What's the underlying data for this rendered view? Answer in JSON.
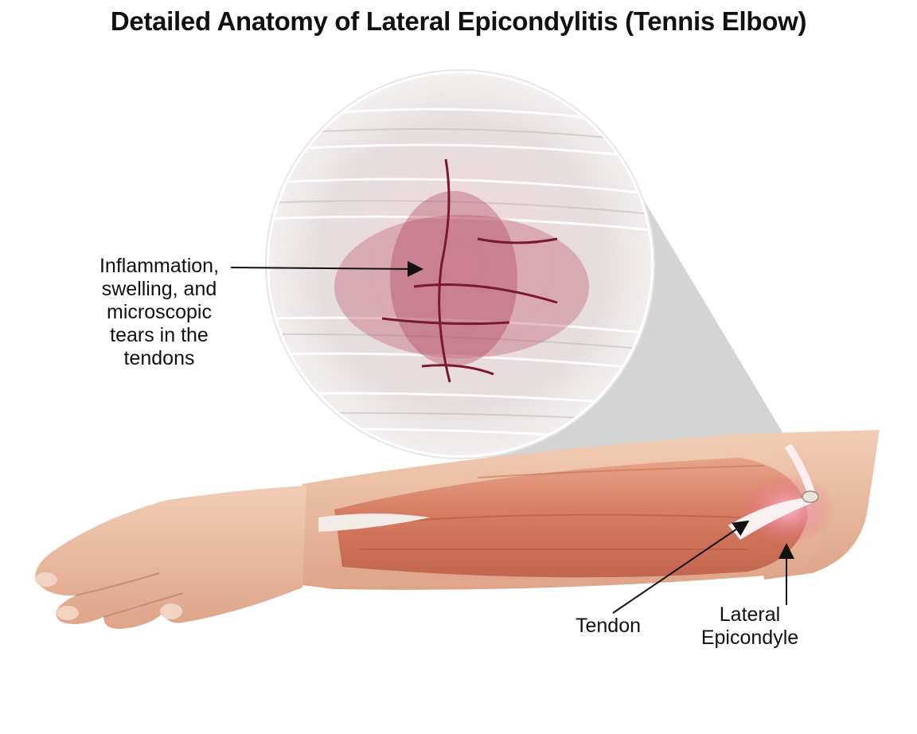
{
  "title": "Detailed Anatomy of Lateral Epicondylitis (Tennis Elbow)",
  "labels": {
    "inflammation": [
      "Inflammation,",
      "swelling, and",
      "microscopic",
      "tears in the",
      "tendons"
    ],
    "tendon": [
      "Tendon"
    ],
    "lateral_epicondyle": [
      "Lateral",
      "Epicondyle"
    ]
  },
  "colors": {
    "skin": "#e9b99c",
    "muscle": "#d9826a",
    "tendon": "#f3e6e6",
    "inflammation": "#9a2840",
    "zoom_cone": "#cfcfcf"
  }
}
